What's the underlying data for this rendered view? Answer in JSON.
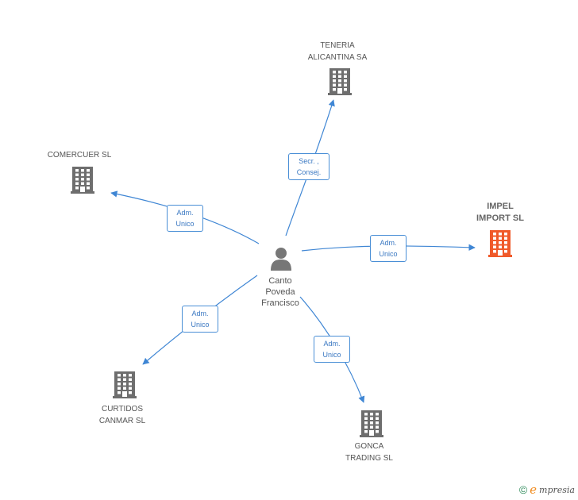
{
  "center": {
    "name": "Canto\nPoveda\nFrancisco"
  },
  "nodes": [
    {
      "id": "teneria",
      "label": "TENERIA\nALICANTINA SA",
      "highlight": false
    },
    {
      "id": "comercuer",
      "label": "COMERCUER SL",
      "highlight": false
    },
    {
      "id": "impel",
      "label": "IMPEL\nIMPORT SL",
      "highlight": true
    },
    {
      "id": "curtidos",
      "label": "CURTIDOS\nCANMAR SL",
      "highlight": false
    },
    {
      "id": "gonca",
      "label": "GONCA\nTRADING SL",
      "highlight": false
    }
  ],
  "edges": [
    {
      "to": "teneria",
      "label": "Secr. ,\nConsej."
    },
    {
      "to": "comercuer",
      "label": "Adm.\nUnico"
    },
    {
      "to": "impel",
      "label": "Adm.\nUnico"
    },
    {
      "to": "curtidos",
      "label": "Adm.\nUnico"
    },
    {
      "to": "gonca",
      "label": "Adm.\nUnico"
    }
  ],
  "colors": {
    "edge": "#3f86d4",
    "building": "#6e6e6e",
    "building_highlight": "#f05a2a",
    "person": "#777777"
  },
  "footer": {
    "copyright": "©",
    "brand_first": "e",
    "brand_rest": "mpresia"
  }
}
